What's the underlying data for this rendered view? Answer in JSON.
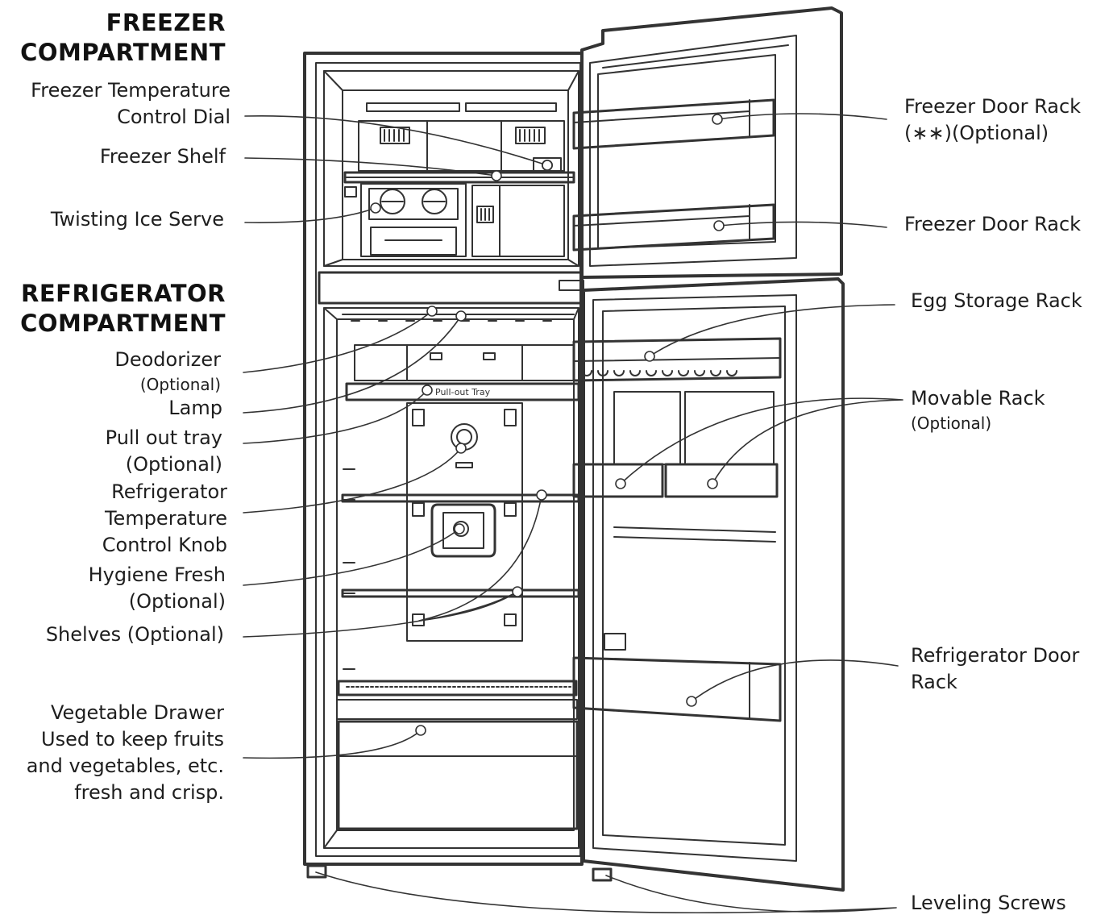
{
  "sections": {
    "freezer": [
      "FREEZER",
      "COMPARTMENT"
    ],
    "refrigerator": [
      "REFRIGERATOR",
      "COMPARTMENT"
    ]
  },
  "labels": {
    "freezer_temp_dial": [
      "Freezer Temperature",
      "Control Dial"
    ],
    "freezer_shelf": "Freezer Shelf",
    "twisting_ice_serve": "Twisting Ice Serve",
    "deodorizer": "Deodorizer",
    "deodorizer_note": "(Optional)",
    "lamp": "Lamp",
    "pull_out_tray": [
      "Pull out tray",
      "(Optional)"
    ],
    "fridge_temp_knob": [
      "Refrigerator",
      "Temperature",
      "Control Knob"
    ],
    "hygiene_fresh": [
      "Hygiene Fresh",
      "(Optional)"
    ],
    "shelves": "Shelves (Optional)",
    "vegetable_drawer": [
      "Vegetable Drawer",
      "Used to keep fruits",
      "and vegetables, etc.",
      "fresh and crisp."
    ],
    "freezer_door_rack_opt": [
      "Freezer Door Rack",
      "(∗∗)(Optional)"
    ],
    "freezer_door_rack": "Freezer Door Rack",
    "egg_storage_rack": "Egg Storage Rack",
    "movable_rack": "Movable Rack",
    "movable_rack_note": "(Optional)",
    "fridge_door_rack": [
      "Refrigerator Door",
      "Rack"
    ],
    "leveling_screws": "Leveling Screws",
    "tray_marking": "Pull-out Tray"
  },
  "colors": {
    "line": "#333333",
    "fill": "#ffffff",
    "ink": "#1e1e1e"
  }
}
